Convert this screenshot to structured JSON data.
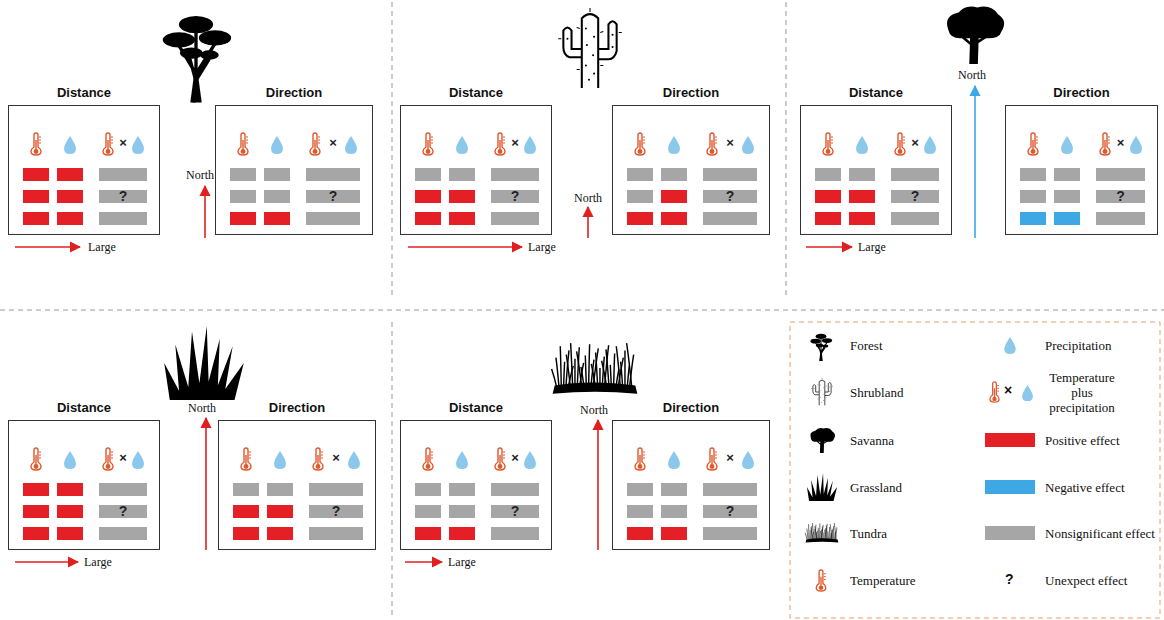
{
  "diagram": {
    "nodes": [
      {
        "text": [
          "Distance",
          "×",
          "?"
        ]
      },
      {
        "text": [
          "Direction",
          "×",
          "?"
        ]
      },
      {
        "text": [
          "Distance",
          "×",
          "?"
        ]
      },
      {
        "text": [
          "Direction",
          "×",
          "?"
        ]
      },
      {
        "text": [
          "Distance",
          "×",
          "?"
        ]
      },
      {
        "text": [
          "Direction",
          "×",
          "?"
        ]
      },
      {
        "text": [
          "Distance",
          "×",
          "?"
        ]
      },
      {
        "text": [
          "Direction",
          "×",
          "?"
        ]
      },
      {
        "text": [
          "Distance",
          "×",
          "?"
        ]
      },
      {
        "text": [
          "Direction",
          "×",
          "?"
        ]
      }
    ],
    "labels": [
      "North",
      "North",
      "North",
      "North",
      "North",
      "Large",
      "Large",
      "Large",
      "Large",
      "Large",
      "×",
      "?"
    ],
    "legend": [
      {
        "text": "Forest"
      },
      {
        "text": "Precipitation"
      },
      {
        "text": "Shrubland"
      },
      {
        "text": "Temperature plus precipitation"
      },
      {
        "text": "Savanna"
      },
      {
        "text": "Positive effect",
        "color": "#e41f26"
      },
      {
        "text": "Grassland"
      },
      {
        "text": "Negative effect",
        "color": "#3ea8e5"
      },
      {
        "text": "Tundra"
      },
      {
        "text": "Nonsignificant effect",
        "color": "#a6a6a6"
      },
      {
        "text": "Temperature"
      },
      {
        "text": "Unexpect effect"
      }
    ]
  }
}
